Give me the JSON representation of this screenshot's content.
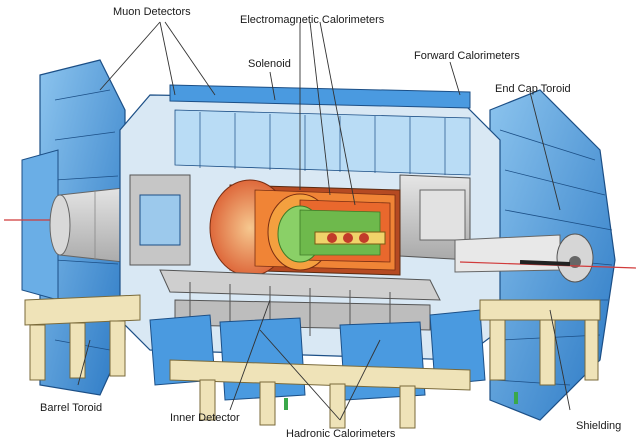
{
  "diagram": {
    "labels": {
      "muon_detectors": "Muon Detectors",
      "electromagnetic_calorimeters": "Electromagnetic Calorimeters",
      "solenoid": "Solenoid",
      "forward_calorimeters": "Forward Calorimeters",
      "end_cap_toroid": "End Cap Toroid",
      "barrel_toroid": "Barrel Toroid",
      "inner_detector": "Inner Detector",
      "hadronic_calorimeters": "Hadronic Calorimeters",
      "shielding": "Shielding"
    },
    "colors": {
      "muon_blue": "#3a8fd8",
      "muon_blue_light": "#8cc4ee",
      "calorimeter_orange": "#e8652a",
      "inner_green": "#7fc95a",
      "support_beige": "#efe3b8",
      "structure_gray": "#c8c8c8",
      "leader_line": "#333333"
    }
  }
}
